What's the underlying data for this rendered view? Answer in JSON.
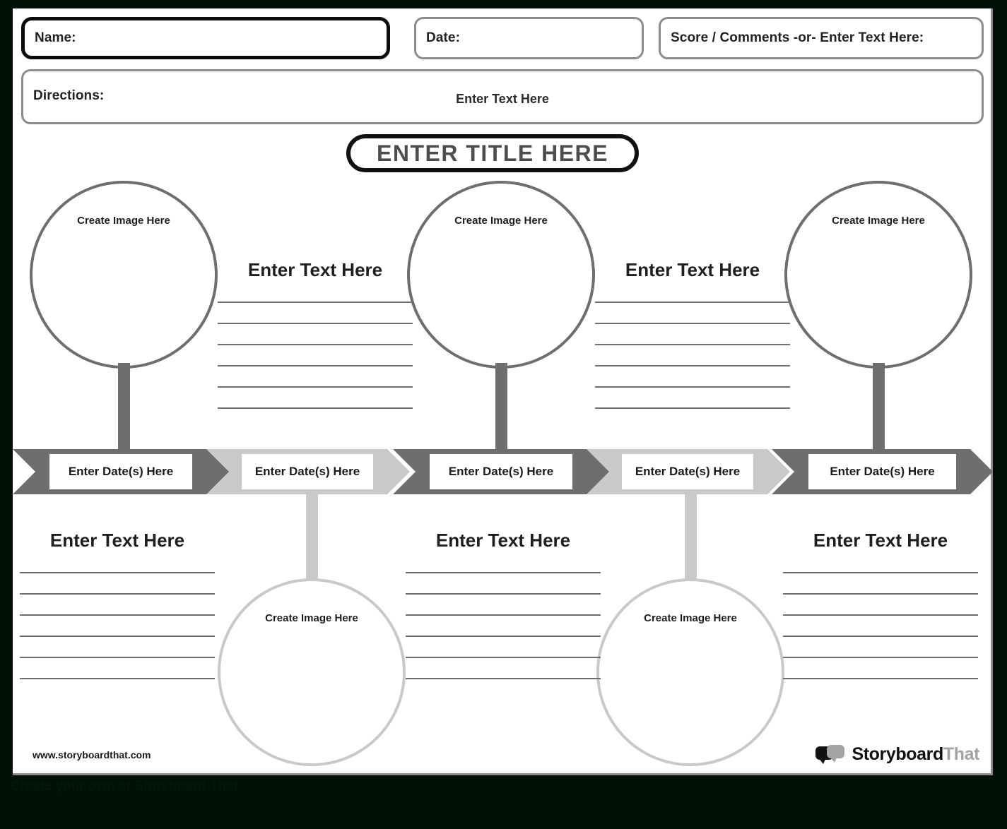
{
  "header": {
    "name_label": "Name:",
    "date_label": "Date:",
    "score_label": "Score / Comments -or- Enter Text Here:",
    "directions_label": "Directions:",
    "directions_value": "Enter Text Here"
  },
  "title": {
    "text": "ENTER TITLE HERE"
  },
  "timeline": {
    "segments": [
      {
        "label": "Enter Date(s) Here",
        "tone": "dark"
      },
      {
        "label": "Enter Date(s) Here",
        "tone": "light"
      },
      {
        "label": "Enter Date(s) Here",
        "tone": "dark"
      },
      {
        "label": "Enter Date(s) Here",
        "tone": "light"
      },
      {
        "label": "Enter Date(s) Here",
        "tone": "dark"
      }
    ]
  },
  "nodes": {
    "above": [
      {
        "image_label": "Create Image Here",
        "tone": "dark"
      },
      {
        "image_label": "Create Image Here",
        "tone": "dark"
      },
      {
        "image_label": "Create Image Here",
        "tone": "dark"
      }
    ],
    "below": [
      {
        "image_label": "Create Image Here",
        "tone": "light"
      },
      {
        "image_label": "Create Image Here",
        "tone": "light"
      }
    ]
  },
  "text_blocks": {
    "above": [
      {
        "heading": "Enter Text Here",
        "line_count": 6
      },
      {
        "heading": "Enter Text Here",
        "line_count": 6
      }
    ],
    "below": [
      {
        "heading": "Enter Text Here",
        "line_count": 6
      },
      {
        "heading": "Enter Text Here",
        "line_count": 6
      },
      {
        "heading": "Enter Text Here",
        "line_count": 6
      }
    ]
  },
  "footer": {
    "url": "www.storyboardthat.com",
    "logo_word_1": "Storyboard",
    "logo_word_2": "That",
    "bottom_bar_text": "Create your own at Storyboard That"
  },
  "colors": {
    "dark_gray": "#6e6e6e",
    "light_gray": "#c9c9c9",
    "title_text": "#4d4d4d",
    "page_background": "#ffffff",
    "outer_background": "#001006"
  }
}
